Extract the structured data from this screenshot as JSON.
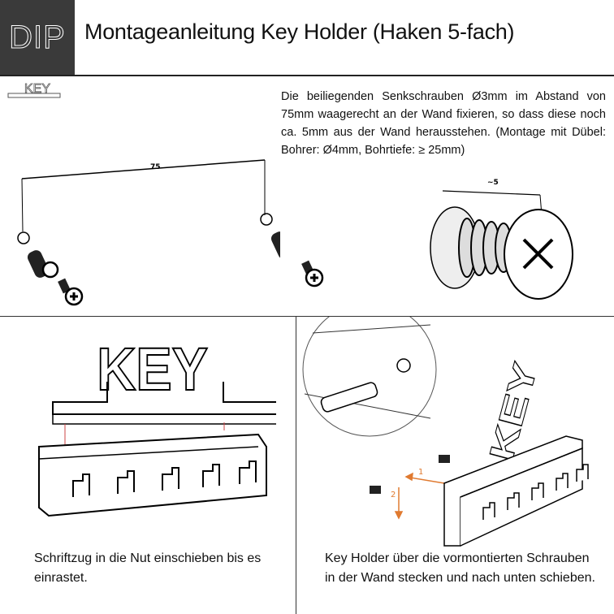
{
  "header": {
    "logo": "DIP",
    "title": "Montageanleitung Key Holder (Haken 5-fach)"
  },
  "thumbnail": {
    "label": "KEY"
  },
  "section1": {
    "text": "Die beiliegenden Senkschrauben Ø3mm im Abstand von 75mm waagerecht an der Wand fixieren, so dass diese noch ca. 5mm aus der Wand herausstehen. (Montage mit Dübel: Bohrer: Ø4mm, Bohrtiefe: ≥ 25mm)",
    "dimension_label": "75",
    "protrusion_label": "~5"
  },
  "section2": {
    "sign_text": "KEY",
    "text": "Schriftzug in die Nut einschieben bis es einrastet."
  },
  "section3": {
    "sign_text": "KEY",
    "arrow1_label": "1",
    "arrow2_label": "2",
    "text": "Key Holder über die vormontierten Schrauben in der Wand stecken und nach unten schieben."
  },
  "colors": {
    "logo_bg": "#3a3a3a",
    "arrow": "#e07a30"
  }
}
